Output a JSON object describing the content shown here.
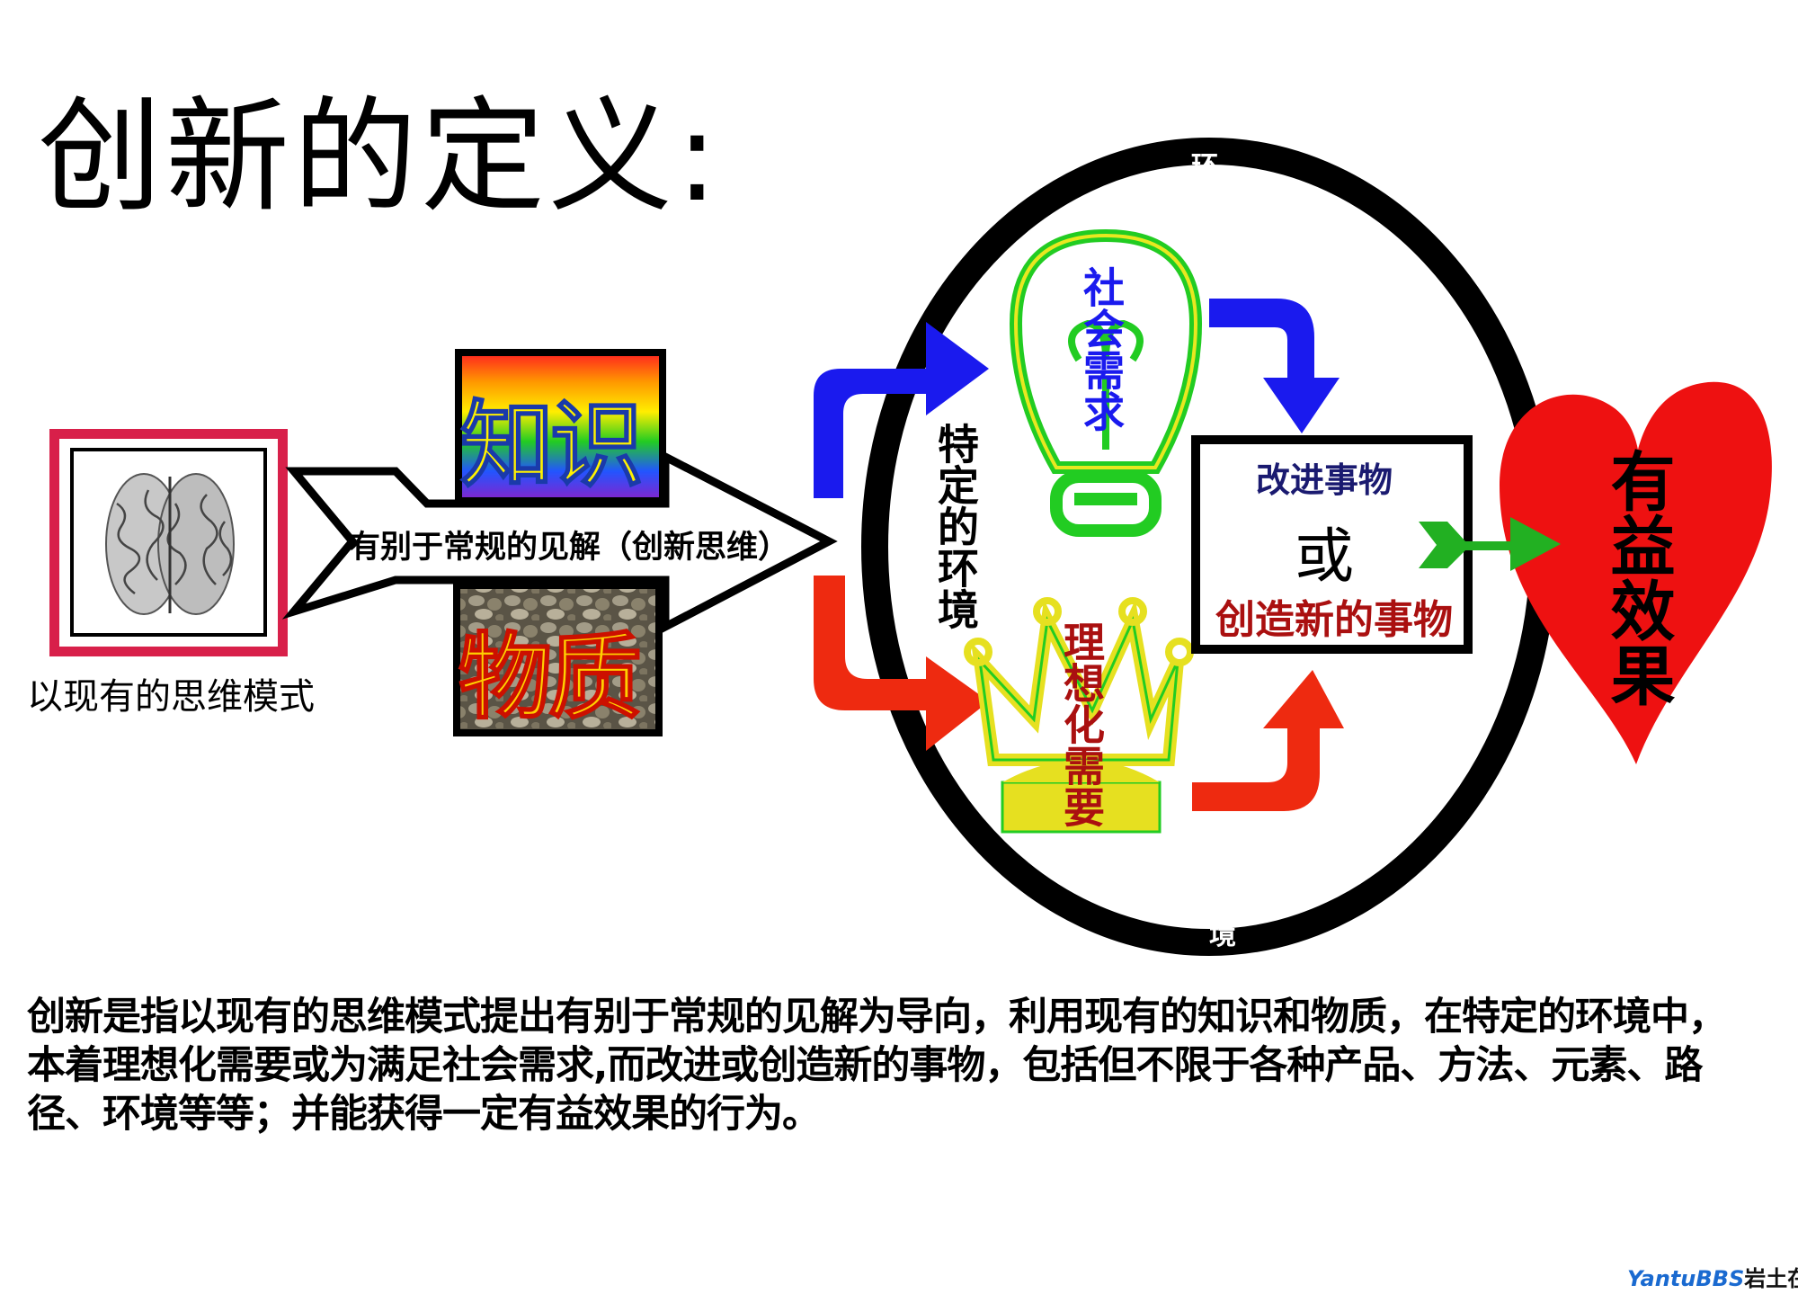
{
  "title": "创新的定义:",
  "diagram": {
    "brain_caption": "以现有的思维模式",
    "arrow_label": "有别于常规的见解（创新思维）",
    "knowledge": "知识",
    "material": "物质",
    "environment_top": "环",
    "environment_bottom": "境",
    "specific_environment": "特定的环境",
    "social_demand": "社会需求",
    "idealized_need": "理想化需要",
    "result": {
      "improve": "改进事物",
      "or": "或",
      "create": "创造新的事物"
    },
    "beneficial_effect": "有益效果"
  },
  "paragraph": [
    "创新是指以现有的思维模式提出有别于常规的见解为导向，利用现有的知识和物质，在特定的环境中，",
    "本着理想化需要或为满足社会需求,而改进或创造新的事物，包括但不限于各种产品、方法、元素、路",
    "径、环境等等；并能获得一定有益效果的行为。"
  ],
  "watermark": {
    "brand": "YantuBBS",
    "cn": "岩土在线"
  },
  "colors": {
    "blue": "#1a1aee",
    "red": "#ee2a10",
    "green": "#22b022",
    "heart": "#ee1111",
    "bulb": "#22cc22",
    "crown": "#e6e020"
  }
}
